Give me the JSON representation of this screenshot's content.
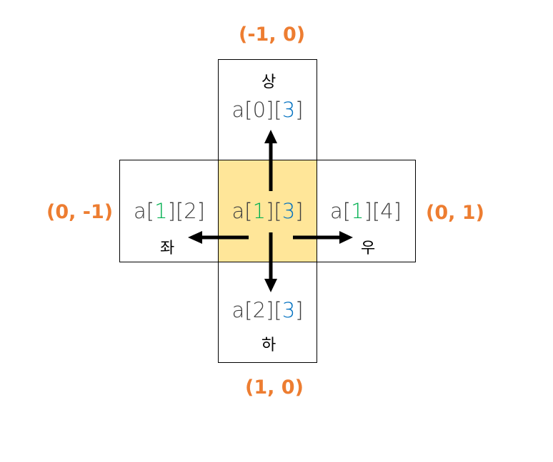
{
  "colors": {
    "center_fill": "#ffe699",
    "coord_text": "#ed7d31",
    "row_index": "#00b050",
    "col_index": "#0070c0",
    "ref_text": "#404040"
  },
  "cells": {
    "up": {
      "direction": "상",
      "prefix": "a[",
      "row": "0",
      "mid": "][",
      "col": "3",
      "suffix": "]",
      "coord": "(-1, 0)"
    },
    "left": {
      "direction": "좌",
      "prefix": "a[",
      "row": "1",
      "mid": "][",
      "col": "2",
      "suffix": "]",
      "coord": "(0, -1)"
    },
    "center": {
      "prefix": "a[",
      "row": "1",
      "mid": "][",
      "col": "3",
      "suffix": "]"
    },
    "right": {
      "direction": "우",
      "prefix": "a[",
      "row": "1",
      "mid": "][",
      "col": "4",
      "suffix": "]",
      "coord": "(0, 1)"
    },
    "down": {
      "direction": "하",
      "prefix": "a[",
      "row": "2",
      "mid": "][",
      "col": "3",
      "suffix": "]",
      "coord": "(1, 0)"
    }
  }
}
